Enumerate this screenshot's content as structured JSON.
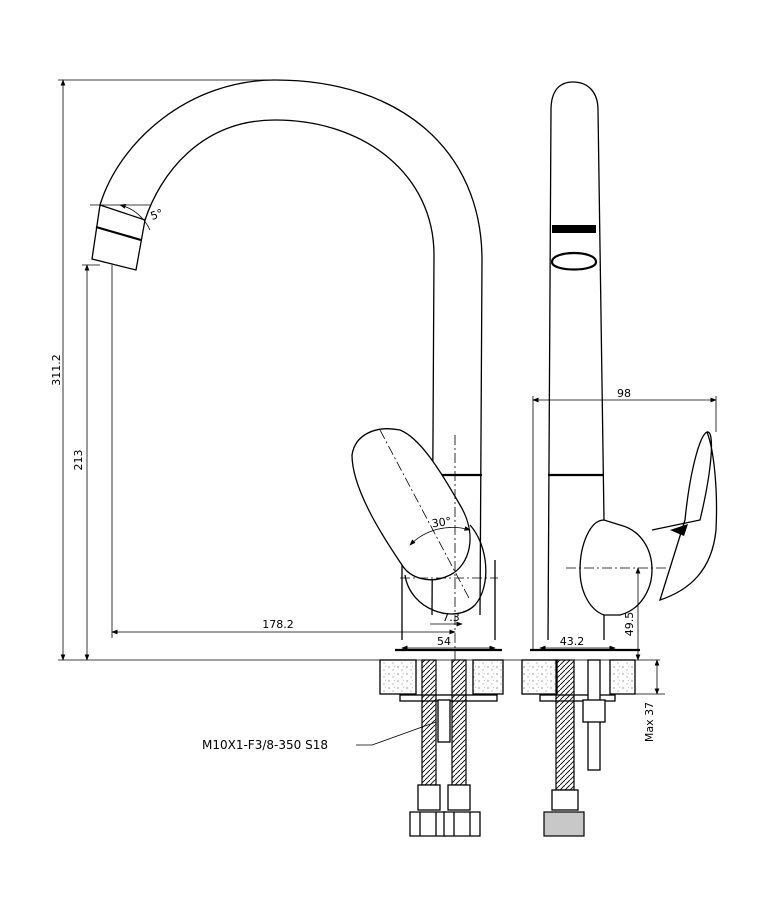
{
  "dimensions": {
    "total_height": "311.2",
    "spout_height": "213",
    "spout_reach": "178.2",
    "base_diameter": "54",
    "offset": "7.3",
    "handle_angle": "30°",
    "spout_angle": "5°",
    "side_depth": "98",
    "side_base": "43.2",
    "lever_height": "49.5",
    "max_thickness": "Max 37"
  },
  "callouts": {
    "hose_spec": "M10X1-F3/8-350 S18"
  }
}
